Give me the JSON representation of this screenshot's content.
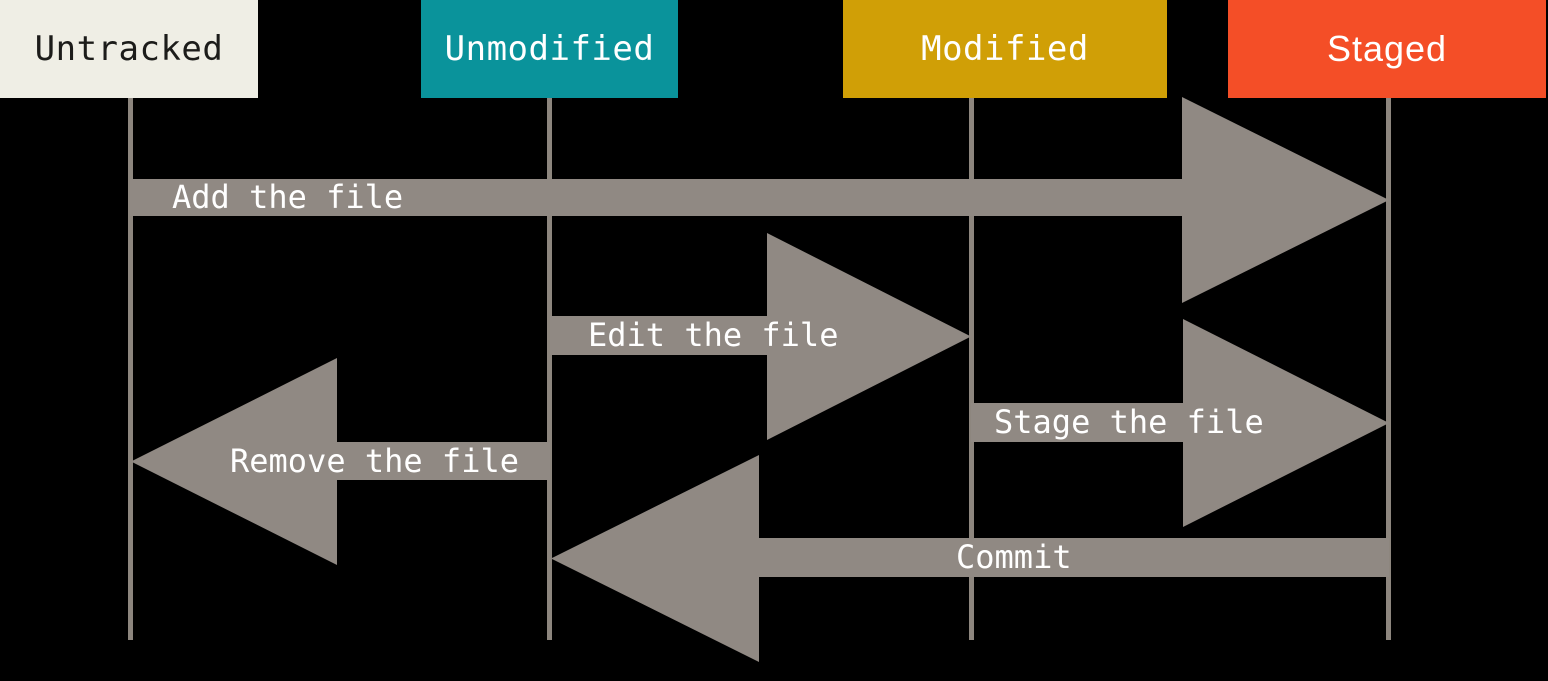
{
  "diagram": {
    "columns": [
      {
        "id": "untracked",
        "label": "Untracked",
        "color": "#EFEEE5",
        "text_color": "#1C1C1A"
      },
      {
        "id": "unmodified",
        "label": "Unmodified",
        "color": "#0A939B",
        "text_color": "#FFFFFF"
      },
      {
        "id": "modified",
        "label": "Modified",
        "color": "#D09F06",
        "text_color": "#FFFFFF"
      },
      {
        "id": "staged",
        "label": "Staged",
        "color": "#F44E27",
        "text_color": "#FFFFFF"
      }
    ],
    "transitions": [
      {
        "label": "Add the file",
        "from": "Untracked",
        "to": "Staged",
        "direction": "right"
      },
      {
        "label": "Edit the file",
        "from": "Unmodified",
        "to": "Modified",
        "direction": "right"
      },
      {
        "label": "Stage the file",
        "from": "Modified",
        "to": "Staged",
        "direction": "right"
      },
      {
        "label": "Remove the file",
        "from": "Unmodified",
        "to": "Untracked",
        "direction": "left"
      },
      {
        "label": "Commit",
        "from": "Staged",
        "to": "Unmodified",
        "direction": "left"
      }
    ],
    "colors": {
      "background": "#000000",
      "arrow": "#908983",
      "lifeline": "#8D867E",
      "label_text": "#FFFFFF"
    }
  }
}
